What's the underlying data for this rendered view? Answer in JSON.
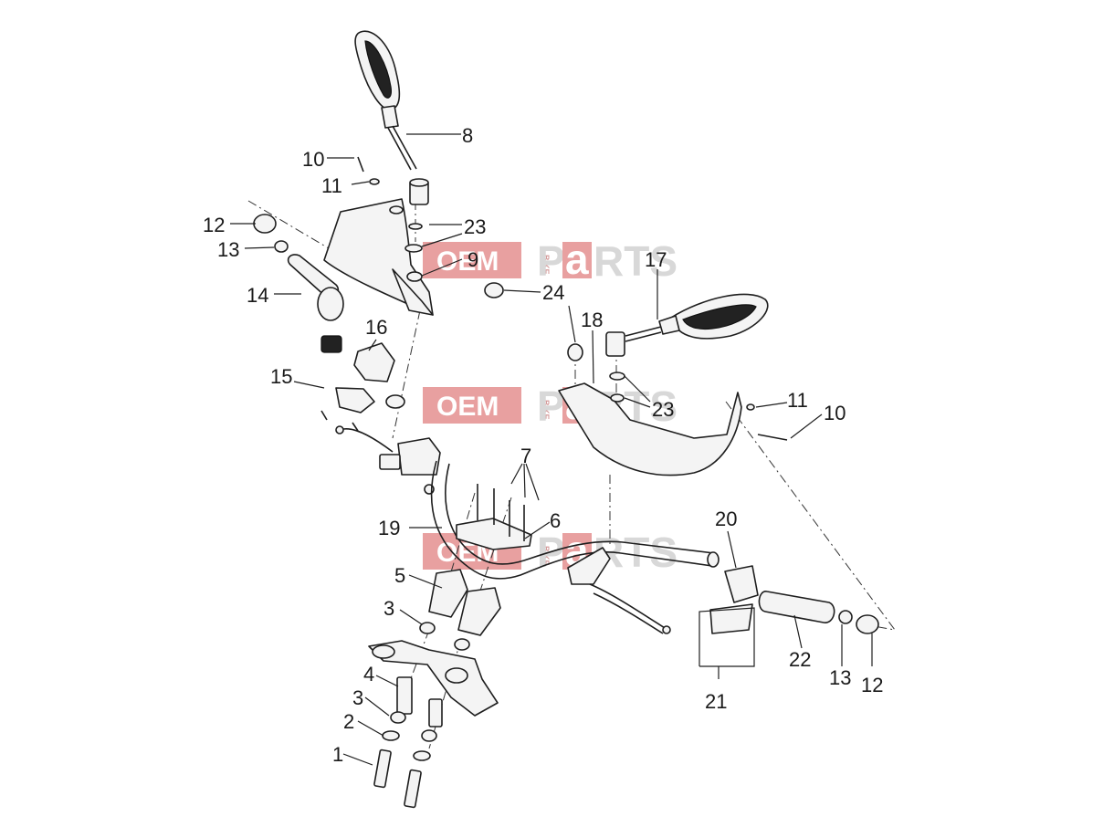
{
  "watermark": {
    "box_text": "OEM",
    "side_text": "BIKE",
    "pre_a": "P",
    "a_letter": "a",
    "post_a": "RTS",
    "box_color": "#e8a0a0",
    "text_color": "#d8d8d8"
  },
  "callouts": {
    "c1": "1",
    "c2": "2",
    "c3a": "3",
    "c3b": "3",
    "c4": "4",
    "c5": "5",
    "c6": "6",
    "c7": "7",
    "c8": "8",
    "c9": "9",
    "c10a": "10",
    "c10b": "10",
    "c11a": "11",
    "c11b": "11",
    "c12a": "12",
    "c12b": "12",
    "c13a": "13",
    "c13b": "13",
    "c14": "14",
    "c15": "15",
    "c16": "16",
    "c17": "17",
    "c18": "18",
    "c19": "19",
    "c20": "20",
    "c21": "21",
    "c22": "22",
    "c23a": "23",
    "c23b": "23",
    "c24": "24"
  },
  "icons": [
    "mirror-left-icon",
    "mirror-right-icon",
    "handguard-left-icon",
    "handguard-right-icon",
    "handlebar-icon",
    "triple-clamp-icon",
    "grip-icon",
    "switch-housing-icon",
    "lever-icon",
    "bolt-icon"
  ]
}
